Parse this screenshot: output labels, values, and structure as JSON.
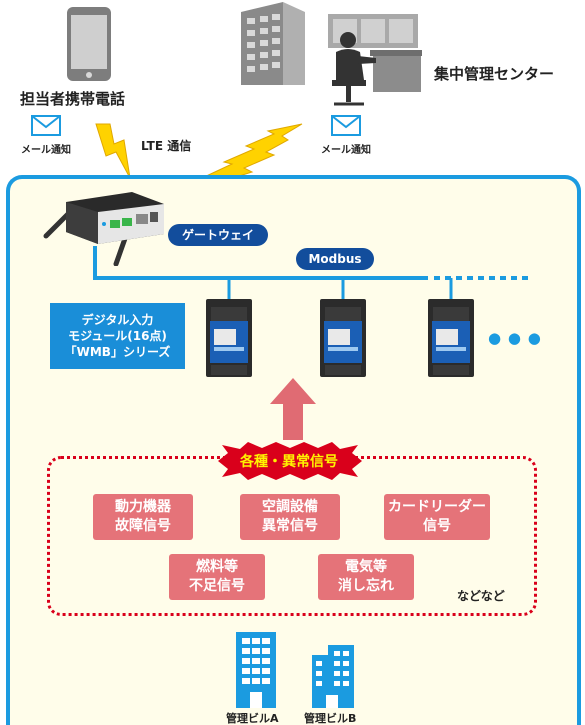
{
  "top": {
    "phone_label": "担当者携帯電話",
    "center_label": "集中管理センター",
    "mail_label_left": "メール通知",
    "mail_label_right": "メール通知",
    "lte_label": "LTE 通信"
  },
  "network": {
    "gateway_label": "ゲートウェイ",
    "bus_label": "Modbus",
    "module_box": [
      "デジタル入力",
      "モジュール(16点)",
      "「WMB」シリーズ"
    ],
    "more_dots": "● ● ●"
  },
  "signals": {
    "title": "各種・異常信号",
    "items": [
      {
        "line1": "動力機器",
        "line2": "故障信号"
      },
      {
        "line1": "空調設備",
        "line2": "異常信号"
      },
      {
        "line1": "カードリーダー",
        "line2": "信号"
      },
      {
        "line1": "燃料等",
        "line2": "不足信号"
      },
      {
        "line1": "電気等",
        "line2": "消し忘れ"
      }
    ],
    "etc": "などなど"
  },
  "buildings": {
    "a": "管理ビルA",
    "b": "管理ビルB"
  },
  "colors": {
    "frame_blue": "#1b9be0",
    "navy": "#124d9c",
    "signal_pink": "#e57379",
    "alert_red": "#d9001b",
    "lightning_yellow": "#ffd200"
  }
}
